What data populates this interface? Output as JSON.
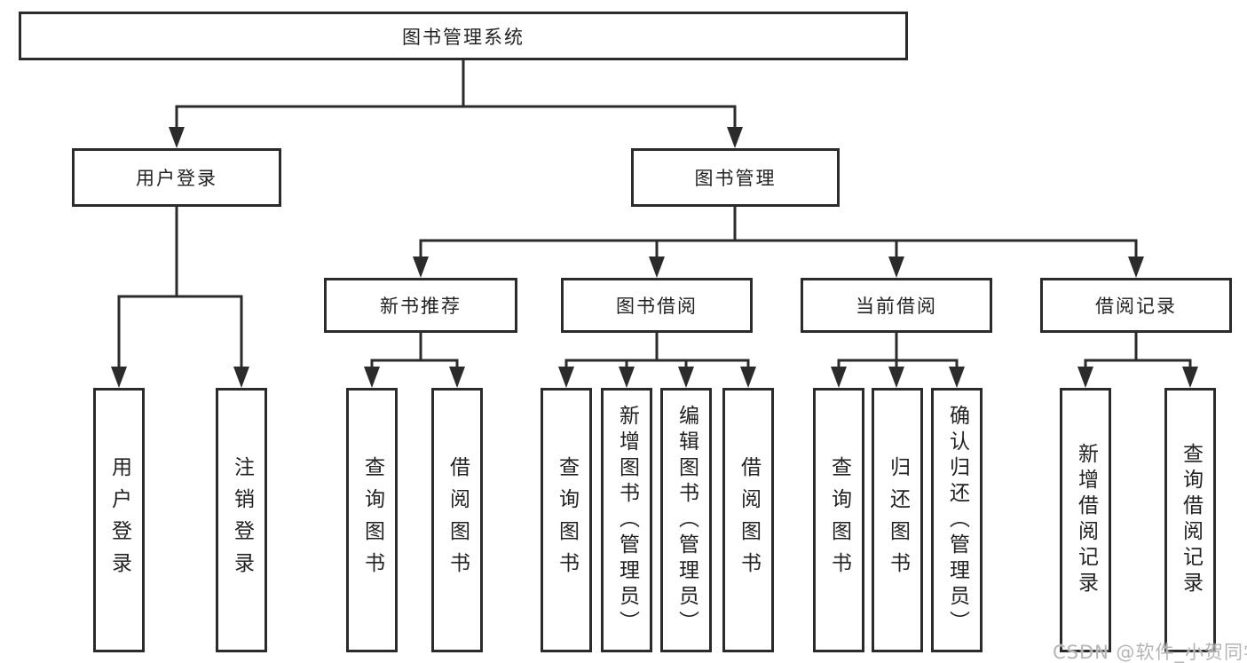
{
  "diagram": {
    "root_label": "图书管理系统",
    "branches": {
      "user_login": {
        "label": "用户登录",
        "children": [
          "用户登录",
          "注销登录"
        ]
      },
      "book_management": {
        "label": "图书管理",
        "sections": {
          "new_book_recommend": {
            "label": "新书推荐",
            "children": [
              "查询图书",
              "借阅图书"
            ]
          },
          "book_borrow": {
            "label": "图书借阅",
            "children": [
              "查询图书",
              "新增图书（管理员）",
              "编辑图书（管理员）",
              "借阅图书"
            ]
          },
          "current_borrow": {
            "label": "当前借阅",
            "children": [
              "查询图书",
              "归还图书",
              "确认归还（管理员）"
            ]
          },
          "borrow_record": {
            "label": "借阅记录",
            "children": [
              "新增借阅记录",
              "查询借阅记录"
            ]
          }
        }
      }
    }
  },
  "watermark": "CSDN @软件_小贺同学",
  "colors": {
    "line": "#2b2b2b",
    "box_background": "#ffffff",
    "watermark": "#b5b5b5"
  }
}
